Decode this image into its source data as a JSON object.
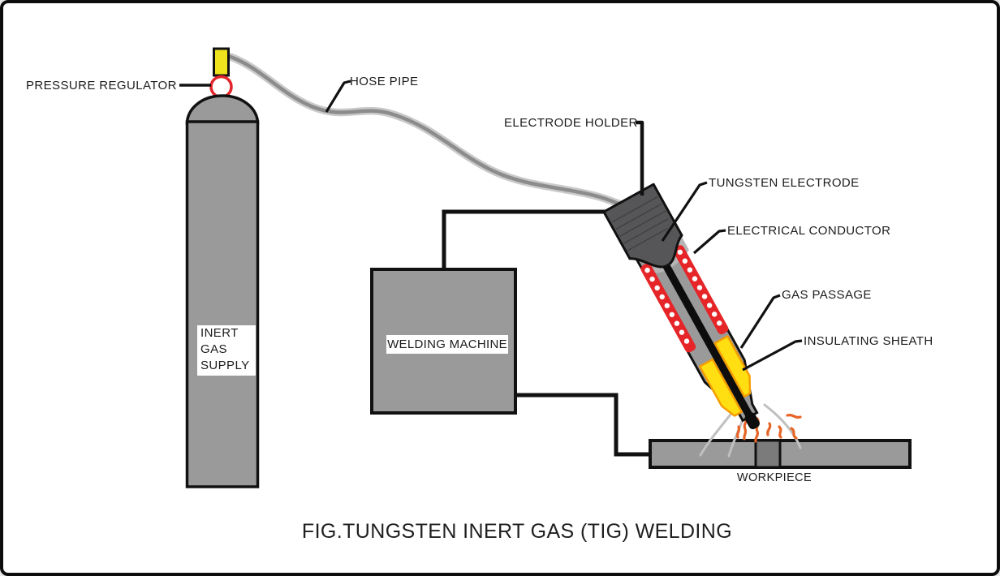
{
  "figure": {
    "caption": "FIG.TUNGSTEN INERT GAS (TIG) WELDING"
  },
  "labels": {
    "pressure_regulator": "PRESSURE REGULATOR",
    "hose_pipe": "HOSE PIPE",
    "electrode_holder": "ELECTRODE HOLDER",
    "tungsten_electrode": "TUNGSTEN ELECTRODE",
    "electrical_conductor": "ELECTRICAL CONDUCTOR",
    "gas_passage": "GAS PASSAGE",
    "insulating_sheath": "INSULATING SHEATH",
    "welding_machine": "WELDING MACHINE",
    "workpiece": "WORKPIECE",
    "inert_gas_supply": [
      "INERT",
      "GAS",
      "SUPPLY"
    ]
  },
  "colors": {
    "outline": "#111111",
    "metal_gray": "#9a9a9a",
    "holder_dark_gray": "#565658",
    "conductor_red": "#e52528",
    "gas_passage_yellow": "#ffdf12",
    "gas_passage_orange_border": "#f59d00",
    "valve_yellow": "#efe31e",
    "regulator_ring_red": "#e3242a",
    "hose_outer_gray": "#cacaca",
    "hose_core_gray": "#8c8c8c",
    "weld_seam_gray": "#7b7b7b",
    "spark_orange": "#e76427",
    "gas_flow_gray": "#c0c0c0",
    "label_text": "#1c1c1c"
  }
}
